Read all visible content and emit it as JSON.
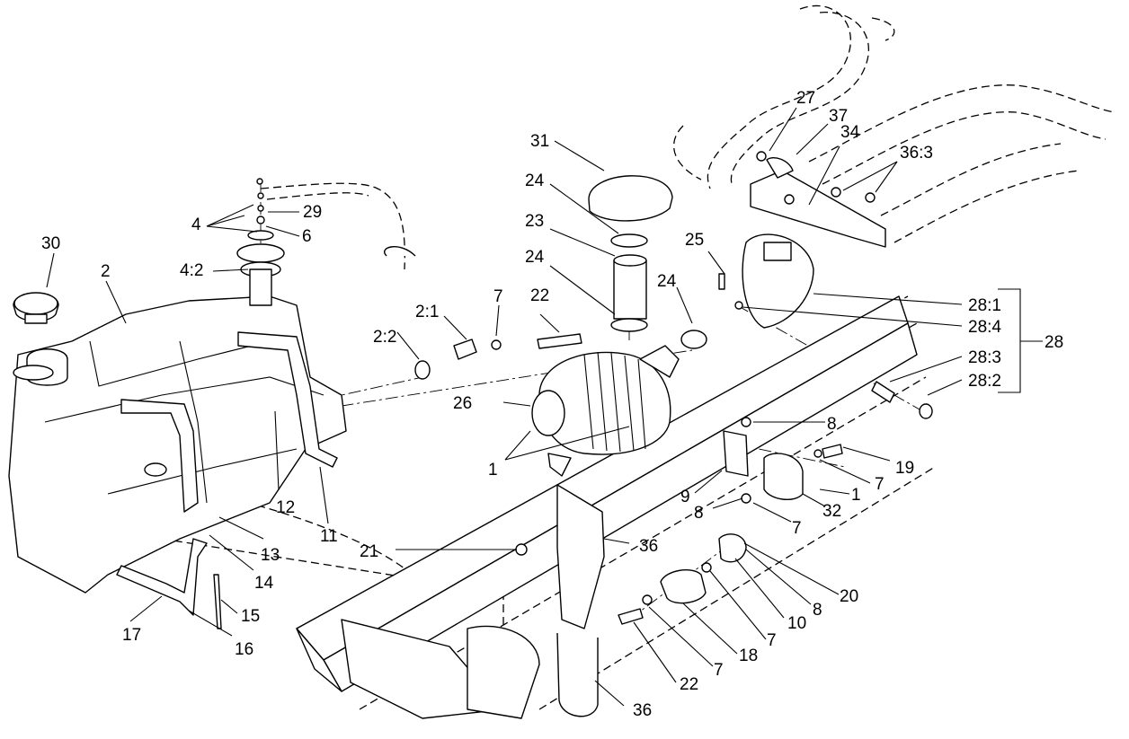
{
  "diagram": {
    "callouts": [
      {
        "id": "c-1a",
        "text": "1"
      },
      {
        "id": "c-1b",
        "text": "1"
      },
      {
        "id": "c-2",
        "text": "2"
      },
      {
        "id": "c-2-1",
        "text": "2:1"
      },
      {
        "id": "c-2-2",
        "text": "2:2"
      },
      {
        "id": "c-4",
        "text": "4"
      },
      {
        "id": "c-4-2",
        "text": "4:2"
      },
      {
        "id": "c-6",
        "text": "6"
      },
      {
        "id": "c-7a",
        "text": "7"
      },
      {
        "id": "c-7b",
        "text": "7"
      },
      {
        "id": "c-7c",
        "text": "7"
      },
      {
        "id": "c-7d",
        "text": "7"
      },
      {
        "id": "c-7e",
        "text": "7"
      },
      {
        "id": "c-8a",
        "text": "8"
      },
      {
        "id": "c-8b",
        "text": "8"
      },
      {
        "id": "c-8c",
        "text": "8"
      },
      {
        "id": "c-9",
        "text": "9"
      },
      {
        "id": "c-10",
        "text": "10"
      },
      {
        "id": "c-11",
        "text": "11"
      },
      {
        "id": "c-12",
        "text": "12"
      },
      {
        "id": "c-13",
        "text": "13"
      },
      {
        "id": "c-14",
        "text": "14"
      },
      {
        "id": "c-15",
        "text": "15"
      },
      {
        "id": "c-16",
        "text": "16"
      },
      {
        "id": "c-17",
        "text": "17"
      },
      {
        "id": "c-18",
        "text": "18"
      },
      {
        "id": "c-19",
        "text": "19"
      },
      {
        "id": "c-20",
        "text": "20"
      },
      {
        "id": "c-21",
        "text": "21"
      },
      {
        "id": "c-22a",
        "text": "22"
      },
      {
        "id": "c-22b",
        "text": "22"
      },
      {
        "id": "c-23",
        "text": "23"
      },
      {
        "id": "c-24a",
        "text": "24"
      },
      {
        "id": "c-24b",
        "text": "24"
      },
      {
        "id": "c-24c",
        "text": "24"
      },
      {
        "id": "c-25",
        "text": "25"
      },
      {
        "id": "c-26",
        "text": "26"
      },
      {
        "id": "c-27",
        "text": "27"
      },
      {
        "id": "c-28",
        "text": "28"
      },
      {
        "id": "c-28-1",
        "text": "28:1"
      },
      {
        "id": "c-28-2",
        "text": "28:2"
      },
      {
        "id": "c-28-3",
        "text": "28:3"
      },
      {
        "id": "c-28-4",
        "text": "28:4"
      },
      {
        "id": "c-29",
        "text": "29"
      },
      {
        "id": "c-30",
        "text": "30"
      },
      {
        "id": "c-31",
        "text": "31"
      },
      {
        "id": "c-32",
        "text": "32"
      },
      {
        "id": "c-34",
        "text": "34"
      },
      {
        "id": "c-36a",
        "text": "36"
      },
      {
        "id": "c-36b",
        "text": "36"
      },
      {
        "id": "c-36-3",
        "text": "36:3"
      },
      {
        "id": "c-37",
        "text": "37"
      }
    ]
  }
}
